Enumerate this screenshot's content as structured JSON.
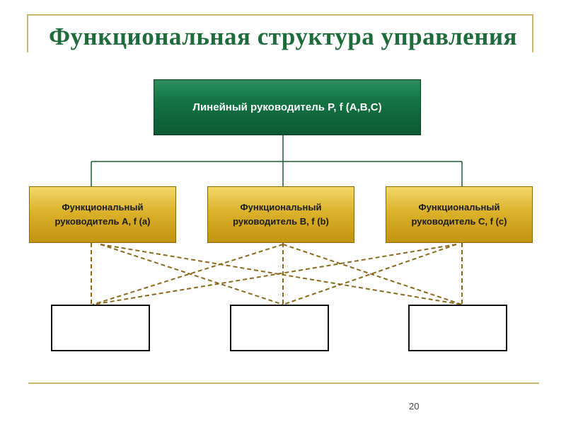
{
  "title": "Функциональная структура управления",
  "linear_manager": "Линейный руководитель P, f (A,B,C)",
  "functional_managers": [
    {
      "line1": "Функциональный",
      "line2": "руководитель A, f (a)"
    },
    {
      "line1": "Функциональный",
      "line2": "руководитель B, f (b)"
    },
    {
      "line1": "Функциональный",
      "line2": "руководитель C, f (c)"
    }
  ],
  "executors": [
    "",
    "",
    ""
  ],
  "page_number": "20",
  "colors": {
    "title": "#1e6b3c",
    "top_box": "#137343",
    "functional_box": "#dcb22a",
    "dashed_lines": "#8a6a1a",
    "frame": "#c9b86a"
  }
}
